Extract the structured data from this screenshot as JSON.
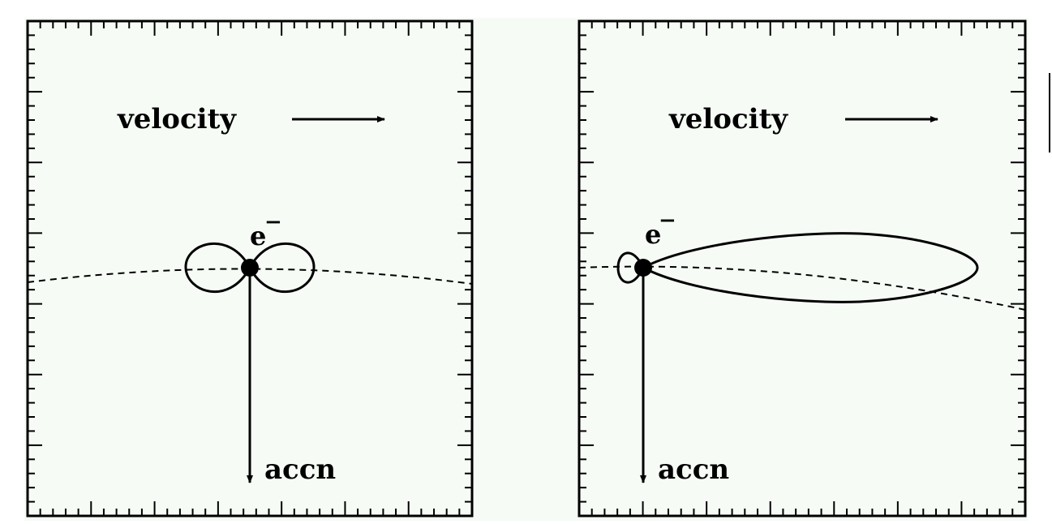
{
  "colors": {
    "background": "#f6fbf6",
    "ink": "#000000"
  },
  "panels": [
    {
      "id": "left",
      "description_labels": {
        "velocity": "velocity",
        "acceleration": "accn",
        "particle": "e",
        "charge_sign": "−"
      }
    },
    {
      "id": "right",
      "description_labels": {
        "velocity": "velocity",
        "acceleration": "accn",
        "particle": "e",
        "charge_sign": "−"
      }
    }
  ]
}
